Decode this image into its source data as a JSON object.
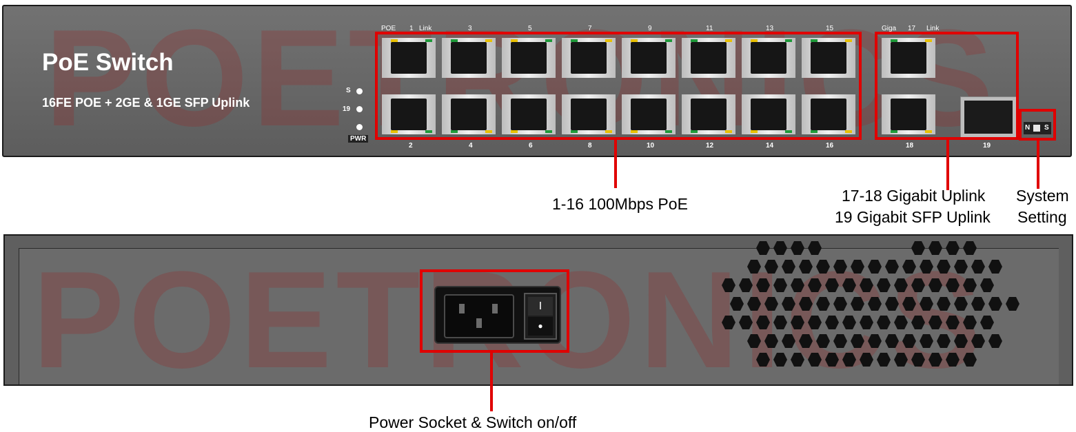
{
  "front_panel": {
    "title": "PoE Switch",
    "subtitle": "16FE POE + 2GE & 1GE SFP Uplink",
    "watermark": "POETRONICS",
    "status_leds": [
      "S",
      "19",
      "PWR"
    ],
    "top_labels": [
      "POE",
      "1",
      "Link",
      "3",
      "5",
      "7",
      "9",
      "11",
      "13",
      "15"
    ],
    "bottom_labels": [
      "2",
      "4",
      "6",
      "8",
      "10",
      "12",
      "14",
      "16"
    ],
    "uplink_top_labels": [
      "Giga",
      "17",
      "Link"
    ],
    "uplink_bottom_label": "18",
    "sfp_label": "19",
    "switch_labels": [
      "N",
      "S"
    ]
  },
  "rear_panel": {
    "watermark": "POETRONICS",
    "power_switch_symbols": [
      "I",
      "●"
    ]
  },
  "callouts": {
    "poe_ports": "1-16 100Mbps PoE",
    "uplink_line1": "17-18 Gigabit Uplink",
    "uplink_line2": "19 Gigabit SFP Uplink",
    "system_line1": "System",
    "system_line2": "Setting",
    "power": "Power Socket & Switch on/off"
  },
  "colors": {
    "highlight": "#e00000",
    "led_yellow": "#e8c000",
    "led_green": "#1f9a3a",
    "chassis": "#6a6a6a"
  }
}
